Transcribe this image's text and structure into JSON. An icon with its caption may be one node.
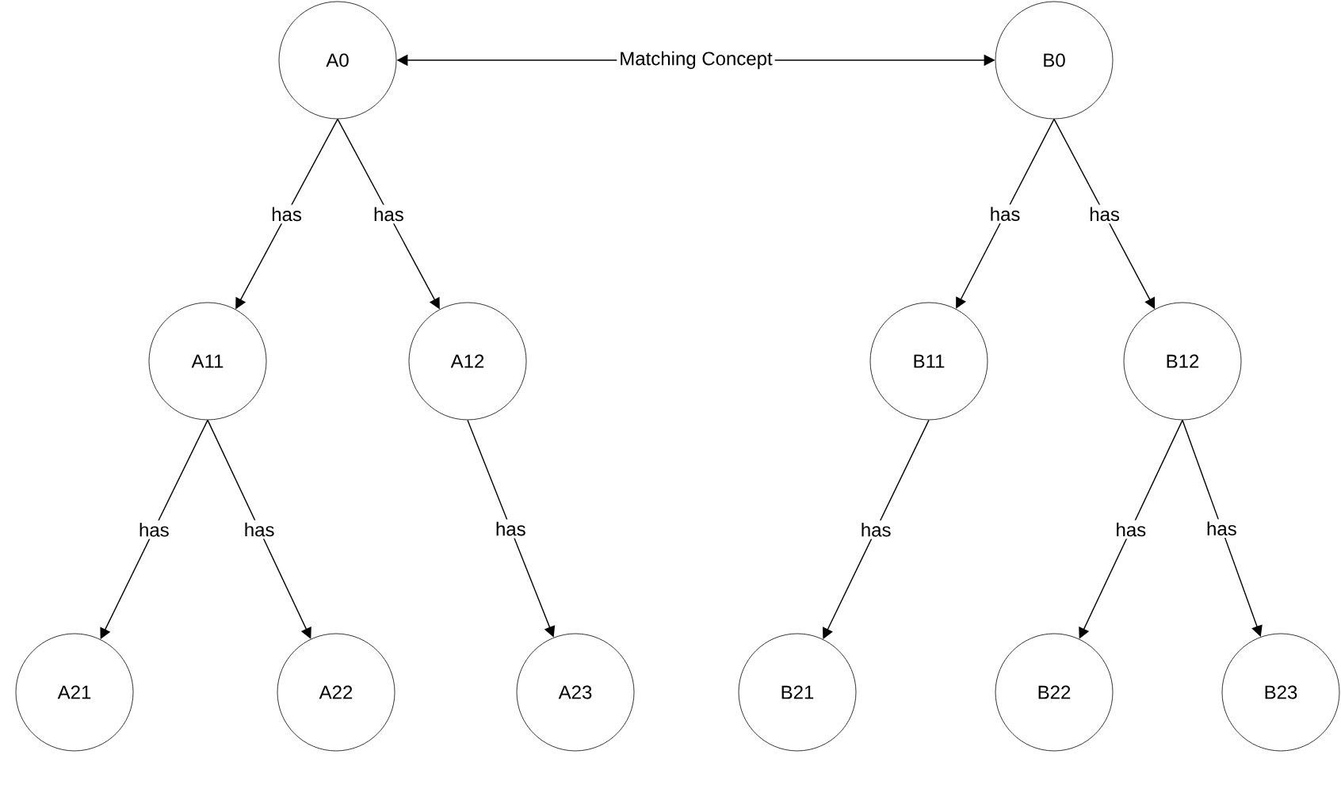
{
  "diagram": {
    "nodes": [
      {
        "text": [
          "A0"
        ]
      },
      {
        "text": [
          "B0"
        ]
      },
      {
        "text": [
          "A11"
        ]
      },
      {
        "text": [
          "A12"
        ]
      },
      {
        "text": [
          "B11"
        ]
      },
      {
        "text": [
          "B12"
        ]
      },
      {
        "text": [
          "A21"
        ]
      },
      {
        "text": [
          "A22"
        ]
      },
      {
        "text": [
          "A23"
        ]
      },
      {
        "text": [
          "B21"
        ]
      },
      {
        "text": [
          "B22"
        ]
      },
      {
        "text": [
          "B23"
        ]
      }
    ],
    "edges": [
      {
        "from": 0,
        "to": 1,
        "arrow": "both",
        "label": "Matching Concept"
      },
      {
        "from": 0,
        "to": 2,
        "arrow": "to",
        "label": "has"
      },
      {
        "from": 0,
        "to": 3,
        "arrow": "to",
        "label": "has"
      },
      {
        "from": 1,
        "to": 4,
        "arrow": "to",
        "label": "has"
      },
      {
        "from": 1,
        "to": 5,
        "arrow": "to",
        "label": "has"
      },
      {
        "from": 2,
        "to": 6,
        "arrow": "to",
        "label": "has"
      },
      {
        "from": 2,
        "to": 7,
        "arrow": "to",
        "label": "has"
      },
      {
        "from": 3,
        "to": 8,
        "arrow": "to",
        "label": "has"
      },
      {
        "from": 4,
        "to": 9,
        "arrow": "to",
        "label": "has"
      },
      {
        "from": 5,
        "to": 10,
        "arrow": "to",
        "label": "has"
      },
      {
        "from": 5,
        "to": 11,
        "arrow": "to",
        "label": "has"
      }
    ]
  }
}
